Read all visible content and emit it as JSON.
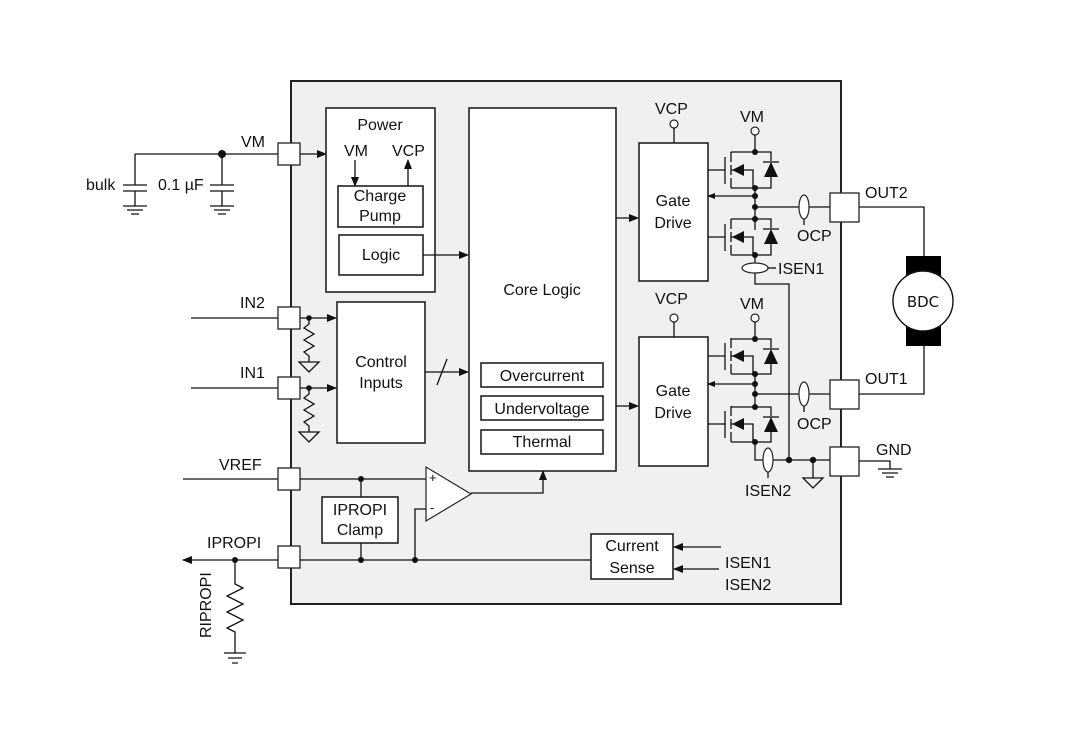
{
  "diagram": {
    "type": "block-diagram",
    "description": "Brushed DC motor driver functional block diagram",
    "external": {
      "vm_label": "VM",
      "bulk_cap_label": "bulk",
      "decoupling_cap_label": "0.1 µF",
      "in2_label": "IN2",
      "in1_label": "IN1",
      "vref_label": "VREF",
      "ipropi_label": "IPROPI",
      "ripropi_label": "RIPROPI",
      "out2_label": "OUT2",
      "out1_label": "OUT1",
      "gnd_label": "GND",
      "motor_label": "BDC"
    },
    "blocks": {
      "power": {
        "title": "Power",
        "vm": "VM",
        "vcp": "VCP"
      },
      "charge_pump": {
        "line1": "Charge",
        "line2": "Pump"
      },
      "logic": {
        "label": "Logic"
      },
      "control_inputs": {
        "line1": "Control",
        "line2": "Inputs"
      },
      "core_logic": {
        "label": "Core Logic"
      },
      "protections": [
        "Overcurrent",
        "Undervoltage",
        "Thermal"
      ],
      "gate_drive_top": {
        "line1": "Gate",
        "line2": "Drive",
        "supply": "VCP"
      },
      "gate_drive_bottom": {
        "line1": "Gate",
        "line2": "Drive",
        "supply": "VCP"
      },
      "ipropi_clamp": {
        "line1": "IPROPI",
        "line2": "Clamp"
      },
      "current_sense": {
        "line1": "Current",
        "line2": "Sense",
        "inputs": [
          "ISEN1",
          "ISEN2"
        ]
      },
      "comparator": {
        "plus": "+",
        "minus": "-"
      }
    },
    "bridge": {
      "top_supply": "VM",
      "bottom_supply": "VM",
      "ocp_label": "OCP",
      "isen1_label": "ISEN1",
      "isen2_label": "ISEN2"
    }
  }
}
